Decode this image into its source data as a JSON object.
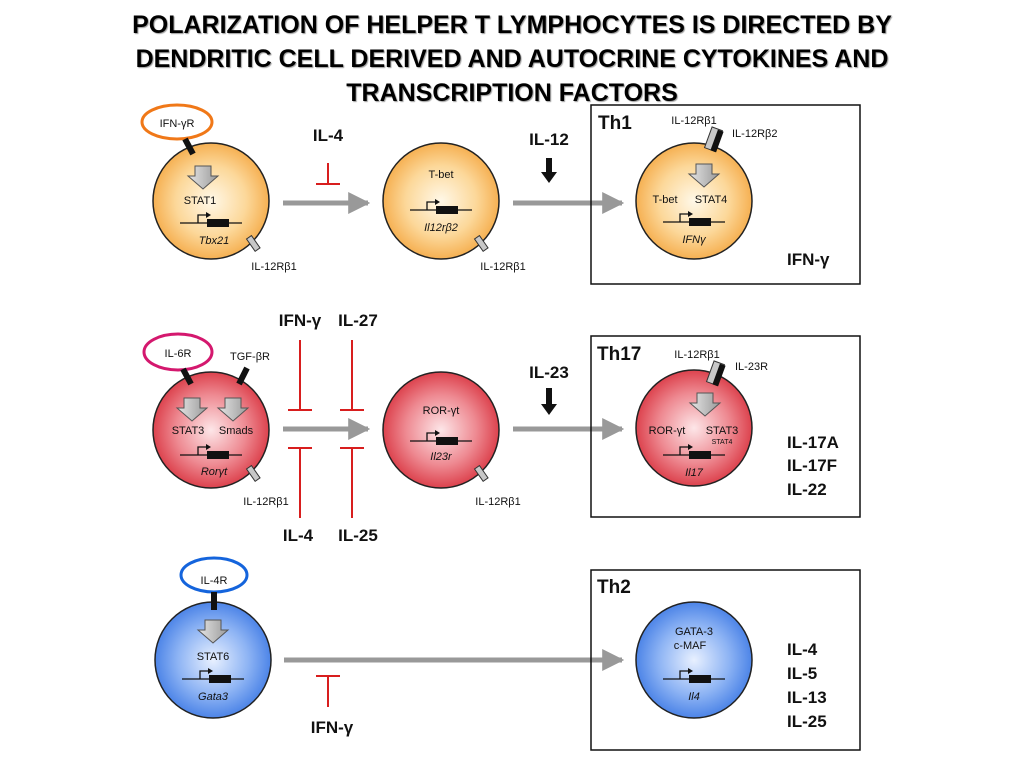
{
  "title": {
    "line1": "POLARIZATION OF HELPER T LYMPHOCYTES IS DIRECTED BY",
    "line2": "DENDRITIC CELL DERIVED AND AUTOCRINE CYTOKINES AND",
    "line3": "TRANSCRIPTION FACTORS"
  },
  "colors": {
    "th1_cell": "#f6a23c",
    "th17_cell": "#d8303c",
    "th2_cell": "#3c78e4",
    "th1_highlight": "#f07818",
    "th17_highlight": "#d4186e",
    "th2_highlight": "#1464dc",
    "inhibitor": "#d81e1e",
    "arrow": "#9a9a9a"
  },
  "th1": {
    "receptor": "IFN-γR",
    "stat": "STAT1",
    "gene": "Tbx21",
    "il12rb1": "IL-12Rβ1",
    "inhibitor": "IL-4",
    "middle_tf": "T-bet",
    "middle_gene": "Il12rβ2",
    "middle_il12rb1": "IL-12Rβ1",
    "driver": "IL-12",
    "box_label": "Th1",
    "final_rb1": "IL-12Rβ1",
    "final_rb2": "IL-12Rβ2",
    "final_tf1": "T-bet",
    "final_tf2": "STAT4",
    "final_gene": "IFNγ",
    "cytokines": [
      "IFN-γ"
    ]
  },
  "th17": {
    "receptor1": "IL-6R",
    "receptor2": "TGF-βR",
    "stat": "STAT3",
    "smads": "Smads",
    "gene": "Rorγt",
    "il12rb1": "IL-12Rβ1",
    "inhibitors_top": [
      "IFN-γ",
      "IL-27"
    ],
    "inhibitors_bottom": [
      "IL-4",
      "IL-25"
    ],
    "middle_tf": "ROR-γt",
    "middle_gene": "Il23r",
    "middle_il12rb1": "IL-12Rβ1",
    "driver": "IL-23",
    "box_label": "Th17",
    "final_rb1": "IL-12Rβ1",
    "final_r2": "IL-23R",
    "final_tf1": "ROR-γt",
    "final_tf2": "STAT3",
    "final_tf3": "STAT4",
    "final_gene": "Il17",
    "cytokines": [
      "IL-17A",
      "IL-17F",
      "IL-22"
    ]
  },
  "th2": {
    "receptor": "IL-4R",
    "stat": "STAT6",
    "gene": "Gata3",
    "inhibitor": "IFN-γ",
    "box_label": "Th2",
    "final_tf1": "GATA-3",
    "final_tf2": "c-MAF",
    "final_gene": "Il4",
    "cytokines": [
      "IL-4",
      "IL-5",
      "IL-13",
      "IL-25"
    ]
  }
}
